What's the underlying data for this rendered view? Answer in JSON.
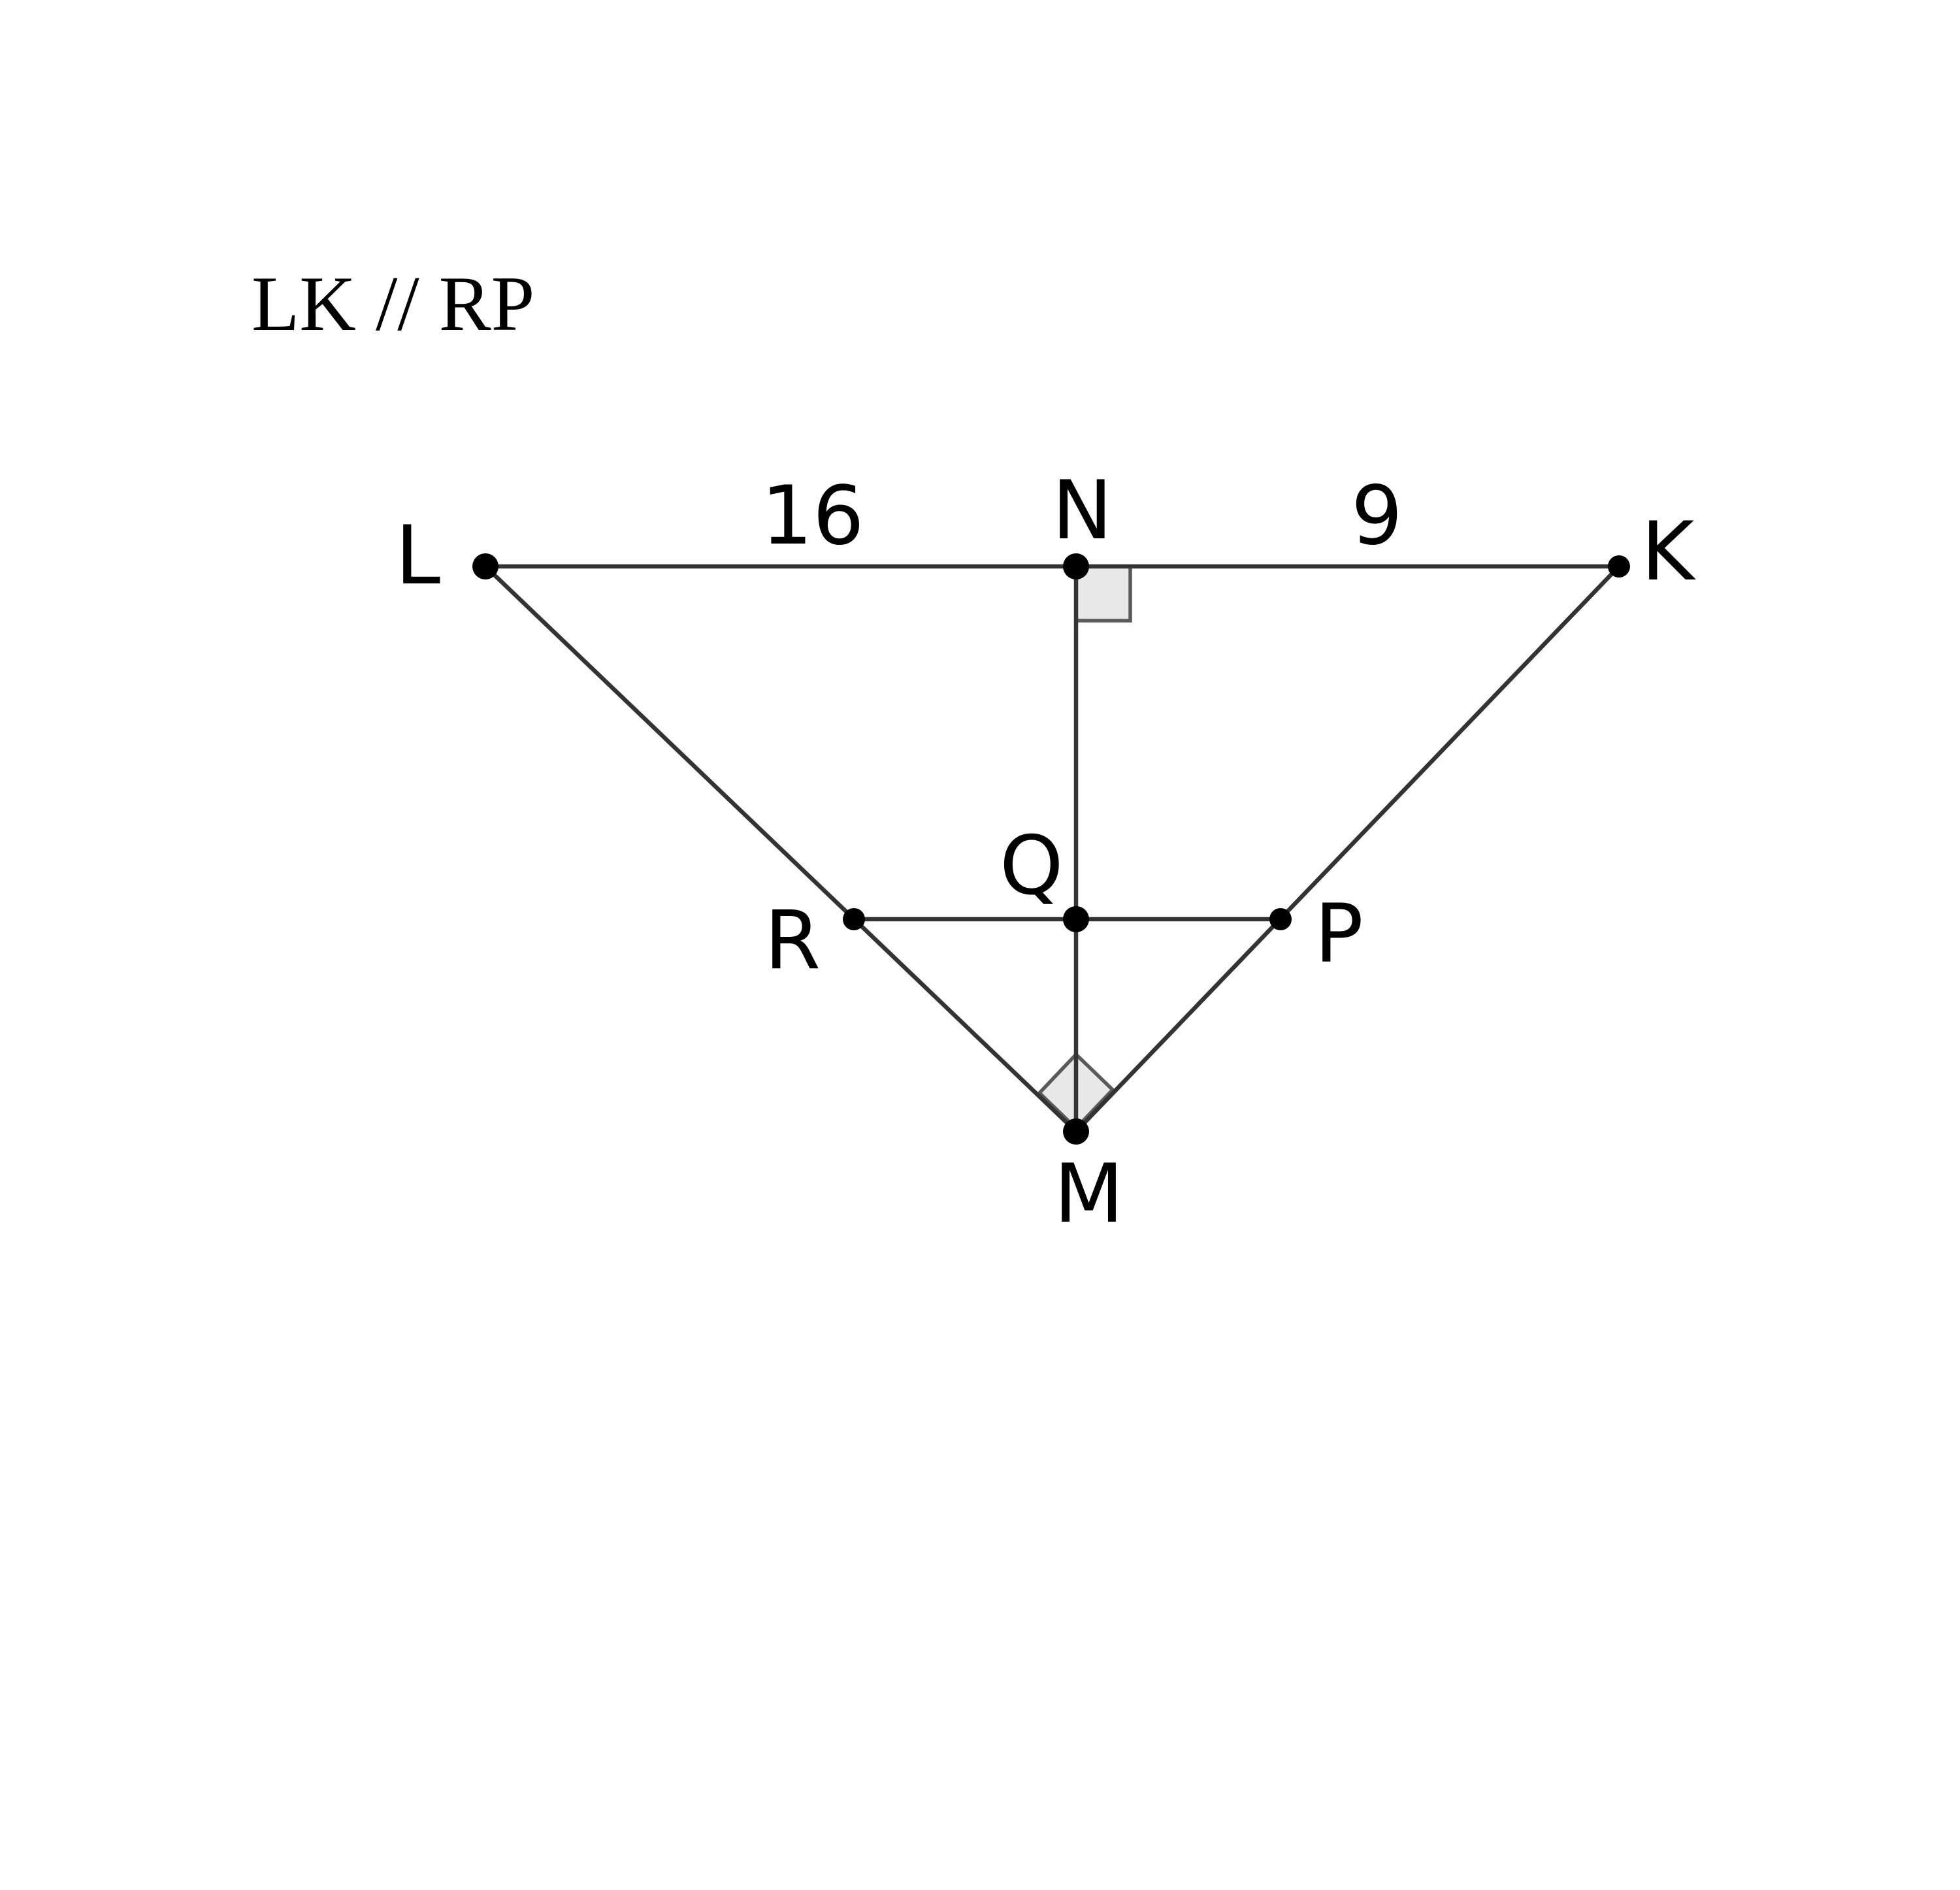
{
  "given_statement": "LK // RP",
  "points": {
    "L": {
      "label": "L"
    },
    "N": {
      "label": "N"
    },
    "K": {
      "label": "K"
    },
    "Q": {
      "label": "Q"
    },
    "R": {
      "label": "R"
    },
    "P": {
      "label": "P"
    },
    "M": {
      "label": "M"
    }
  },
  "segment_labels": {
    "LN": "16",
    "NK": "9"
  },
  "right_angles": [
    "at N between NK and NM",
    "at M between ML and MK"
  ],
  "colors": {
    "line": "#333333",
    "right_angle_fill": "#e8e8e8",
    "point": "#000000"
  }
}
